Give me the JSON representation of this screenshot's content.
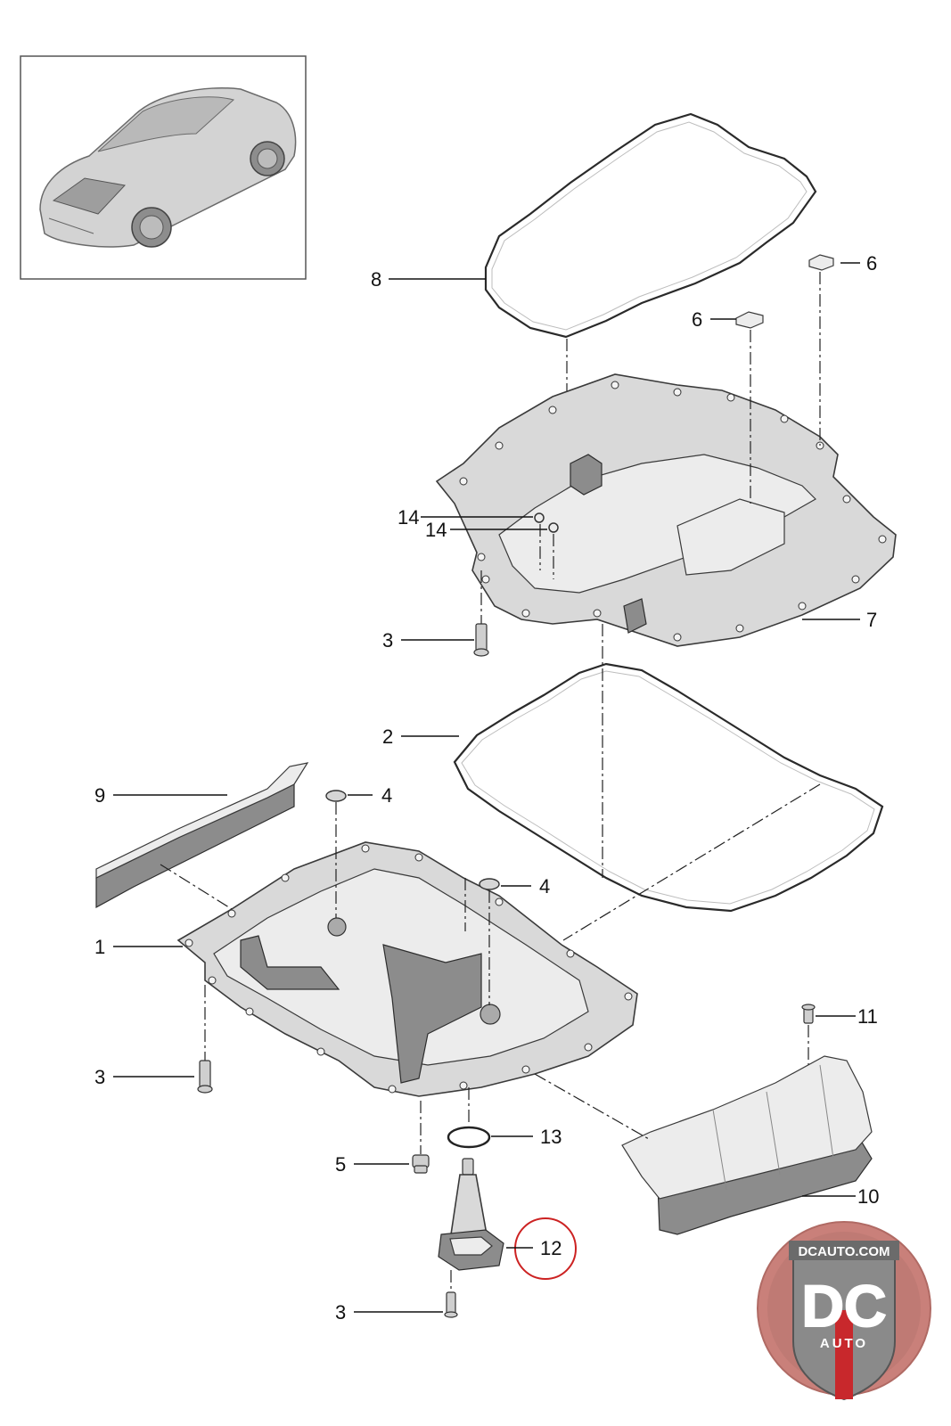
{
  "callouts": [
    {
      "id": "c1",
      "label": "1"
    },
    {
      "id": "c2",
      "label": "2"
    },
    {
      "id": "c3a",
      "label": "3"
    },
    {
      "id": "c3b",
      "label": "3"
    },
    {
      "id": "c3c",
      "label": "3"
    },
    {
      "id": "c4a",
      "label": "4"
    },
    {
      "id": "c4b",
      "label": "4"
    },
    {
      "id": "c5",
      "label": "5"
    },
    {
      "id": "c6a",
      "label": "6"
    },
    {
      "id": "c6b",
      "label": "6"
    },
    {
      "id": "c7",
      "label": "7"
    },
    {
      "id": "c8",
      "label": "8"
    },
    {
      "id": "c9",
      "label": "9"
    },
    {
      "id": "c10",
      "label": "10"
    },
    {
      "id": "c11",
      "label": "11"
    },
    {
      "id": "c12",
      "label": "12"
    },
    {
      "id": "c13",
      "label": "13"
    },
    {
      "id": "c14a",
      "label": "14"
    },
    {
      "id": "c14b",
      "label": "14"
    }
  ],
  "highlight": {
    "label": "12",
    "color": "#cc2222"
  },
  "logo": {
    "top_text": "DCAUTO.COM",
    "monogram": "DC",
    "bottom_text": "AUTO",
    "colors": {
      "ring": "#c9807a",
      "badge": "#8a8a8a",
      "stripe": "#c8282c"
    }
  },
  "icons": [
    "car-thumbnail-icon"
  ]
}
